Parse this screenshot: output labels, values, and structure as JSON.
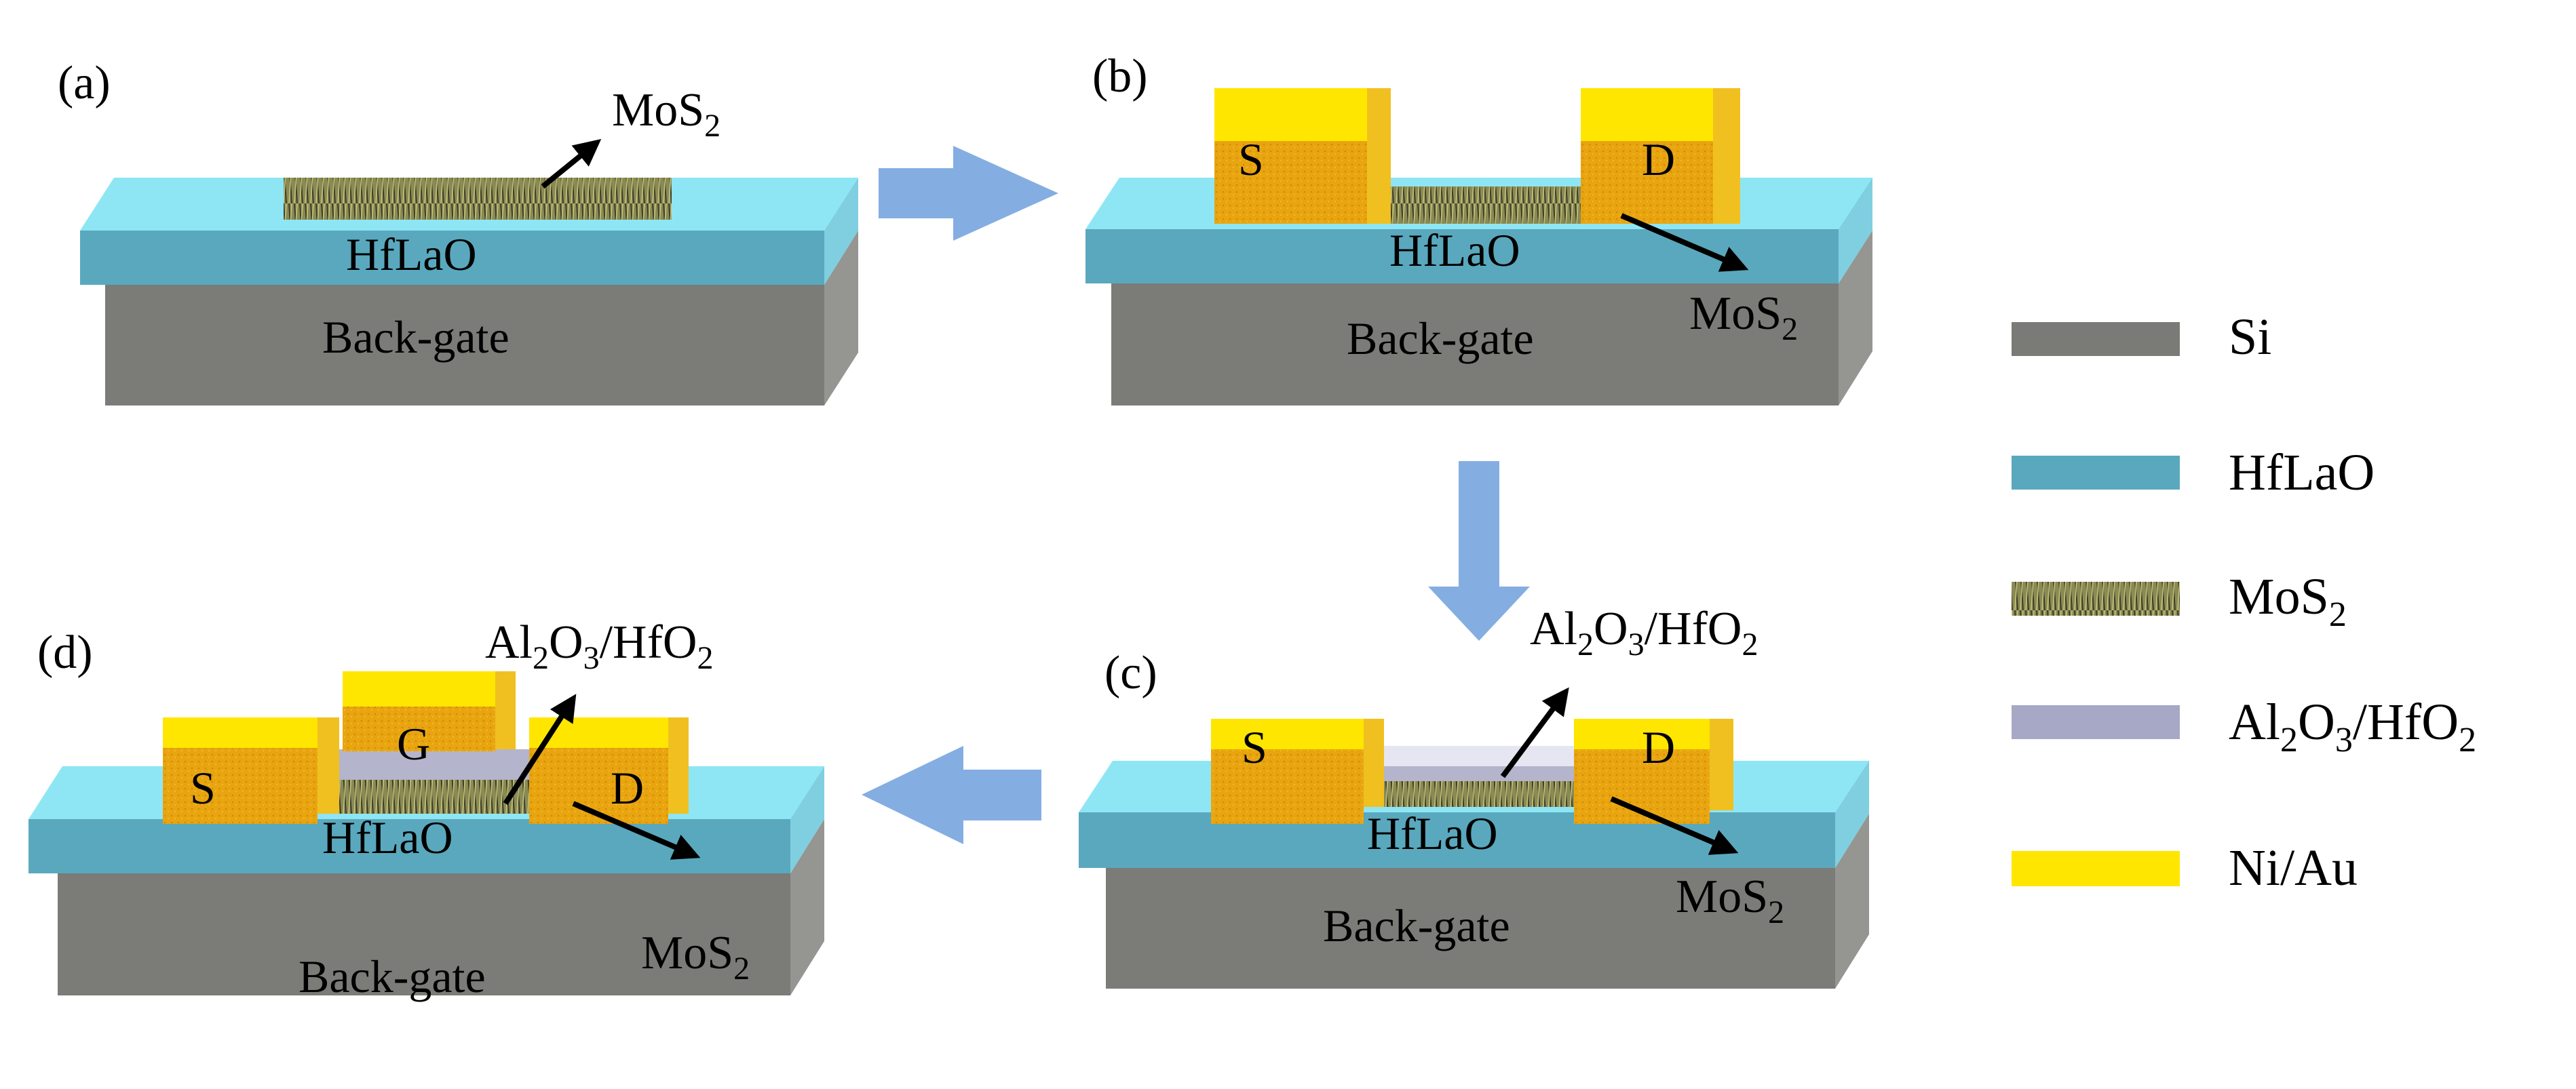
{
  "panels": {
    "a": {
      "label": "(a)",
      "layer_hflao": "HfLaO",
      "layer_backgate": "Back-gate",
      "callout_mos2": {
        "base": "MoS",
        "sub": "2"
      }
    },
    "b": {
      "label": "(b)",
      "source": "S",
      "drain": "D",
      "layer_hflao": "HfLaO",
      "layer_backgate": "Back-gate",
      "callout_mos2": {
        "base": "MoS",
        "sub": "2"
      }
    },
    "c": {
      "label": "(c)",
      "source": "S",
      "drain": "D",
      "layer_hflao": "HfLaO",
      "layer_backgate": "Back-gate",
      "callout_mos2": {
        "base": "MoS",
        "sub": "2"
      },
      "callout_dielectric": {
        "p1": "Al",
        "s1": "2",
        "p2": "O",
        "s2": "3",
        "p3": "/HfO",
        "s3": "2"
      }
    },
    "d": {
      "label": "(d)",
      "source": "S",
      "drain": "D",
      "gate": "G",
      "layer_hflao": "HfLaO",
      "layer_backgate": "Back-gate",
      "callout_mos2": {
        "base": "MoS",
        "sub": "2"
      },
      "callout_dielectric": {
        "p1": "Al",
        "s1": "2",
        "p2": "O",
        "s2": "3",
        "p3": "/HfO",
        "s3": "2"
      }
    }
  },
  "legend": {
    "items": [
      {
        "key": "si",
        "label": "Si",
        "color": "#7a7a76"
      },
      {
        "key": "hflao",
        "label": "HfLaO",
        "color": "#5aa8bd"
      },
      {
        "key": "mos2",
        "label_base": "MoS",
        "label_sub": "2",
        "color": "#8a8a55"
      },
      {
        "key": "dielectric",
        "p1": "Al",
        "s1": "2",
        "p2": "O",
        "s2": "3",
        "p3": "/HfO",
        "s3": "2",
        "color": "#a7a7c6"
      },
      {
        "key": "niau",
        "label": "Ni/Au",
        "color": "#ffe600"
      }
    ]
  },
  "colors": {
    "si_front": "#7b7b77",
    "si_side": "#959592",
    "hflao_front": "#5aa8bd",
    "hflao_top": "#8ee6f4",
    "hflao_side": "#7fcfe0",
    "gold_front": "#e8a510",
    "gold_top": "#ffe600",
    "gold_side": "#f0c020",
    "dielectric_top": "#e6e6f2",
    "dielectric_front": "#b4b4cc",
    "arrow_flow": "#84aee2",
    "ink": "#000000"
  }
}
